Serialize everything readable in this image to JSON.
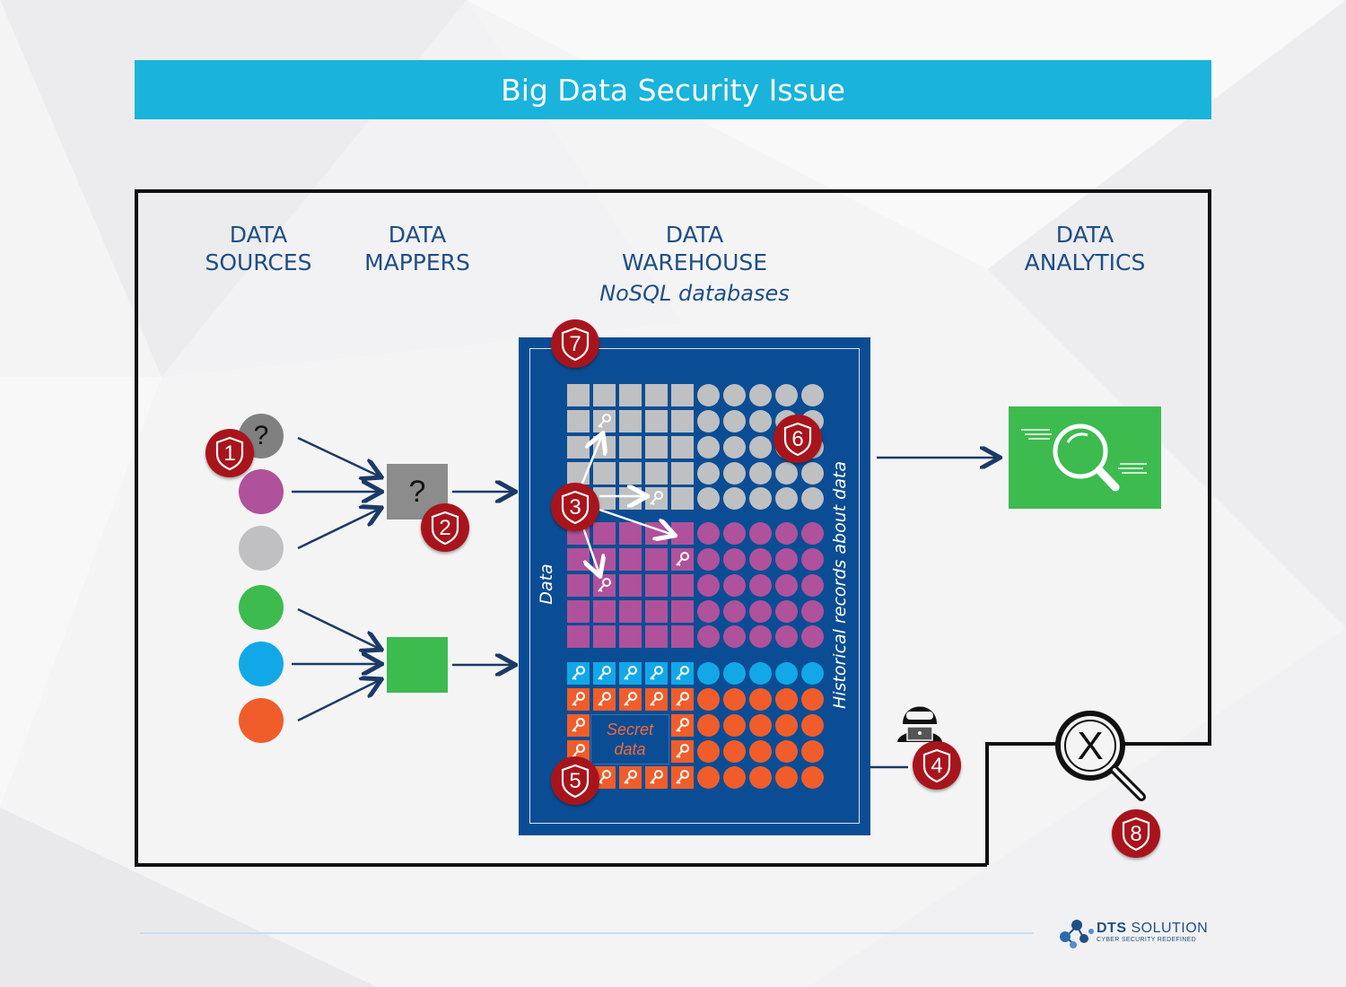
{
  "title": "Big Data Security Issue",
  "columns": {
    "sources": [
      "DATA",
      "SOURCES"
    ],
    "mappers": [
      "DATA",
      "MAPPERS"
    ],
    "warehouse": [
      "DATA",
      "WAREHOUSE"
    ],
    "warehouse_sub": "NoSQL databases",
    "analytics": [
      "DATA",
      "ANALYTICS"
    ]
  },
  "sources": [
    {
      "color": "#808080",
      "symbol": "?"
    },
    {
      "color": "#b0519b",
      "symbol": ""
    },
    {
      "color": "#c0c0c2",
      "symbol": ""
    },
    {
      "color": "#3dbb4f",
      "symbol": ""
    },
    {
      "color": "#12a8e8",
      "symbol": ""
    },
    {
      "color": "#f15d2a",
      "symbol": ""
    }
  ],
  "mappers": [
    {
      "color": "#8c8c8c",
      "symbol": "?"
    },
    {
      "color": "#3dbb4f",
      "symbol": ""
    }
  ],
  "warehouse": {
    "data_label": "Data",
    "records_label": "Historical records about data",
    "secret_label": [
      "Secret",
      "data"
    ],
    "band_colors": {
      "gray": "#bfc0c2",
      "purple": "#b0519b",
      "blue": "#12a8e8",
      "orange": "#f15d2a"
    }
  },
  "badges": [
    "1",
    "2",
    "3",
    "4",
    "5",
    "6",
    "7",
    "8"
  ],
  "icons": {
    "hacker": "hacker-icon",
    "magnifier": "magnifier-icon",
    "blocked_magnifier": "blocked-magnifier-icon",
    "key": "key-icon",
    "shield": "shield-icon"
  },
  "logo": {
    "name_bold": "DTS",
    "name_rest": " SOLUTION",
    "tagline": "CYBER SECURITY REDEFINED"
  },
  "colors": {
    "title_bar": "#19b3dc",
    "text_blue": "#1f4e85",
    "warehouse": "#0b4d94",
    "badge": "#a8141c"
  }
}
